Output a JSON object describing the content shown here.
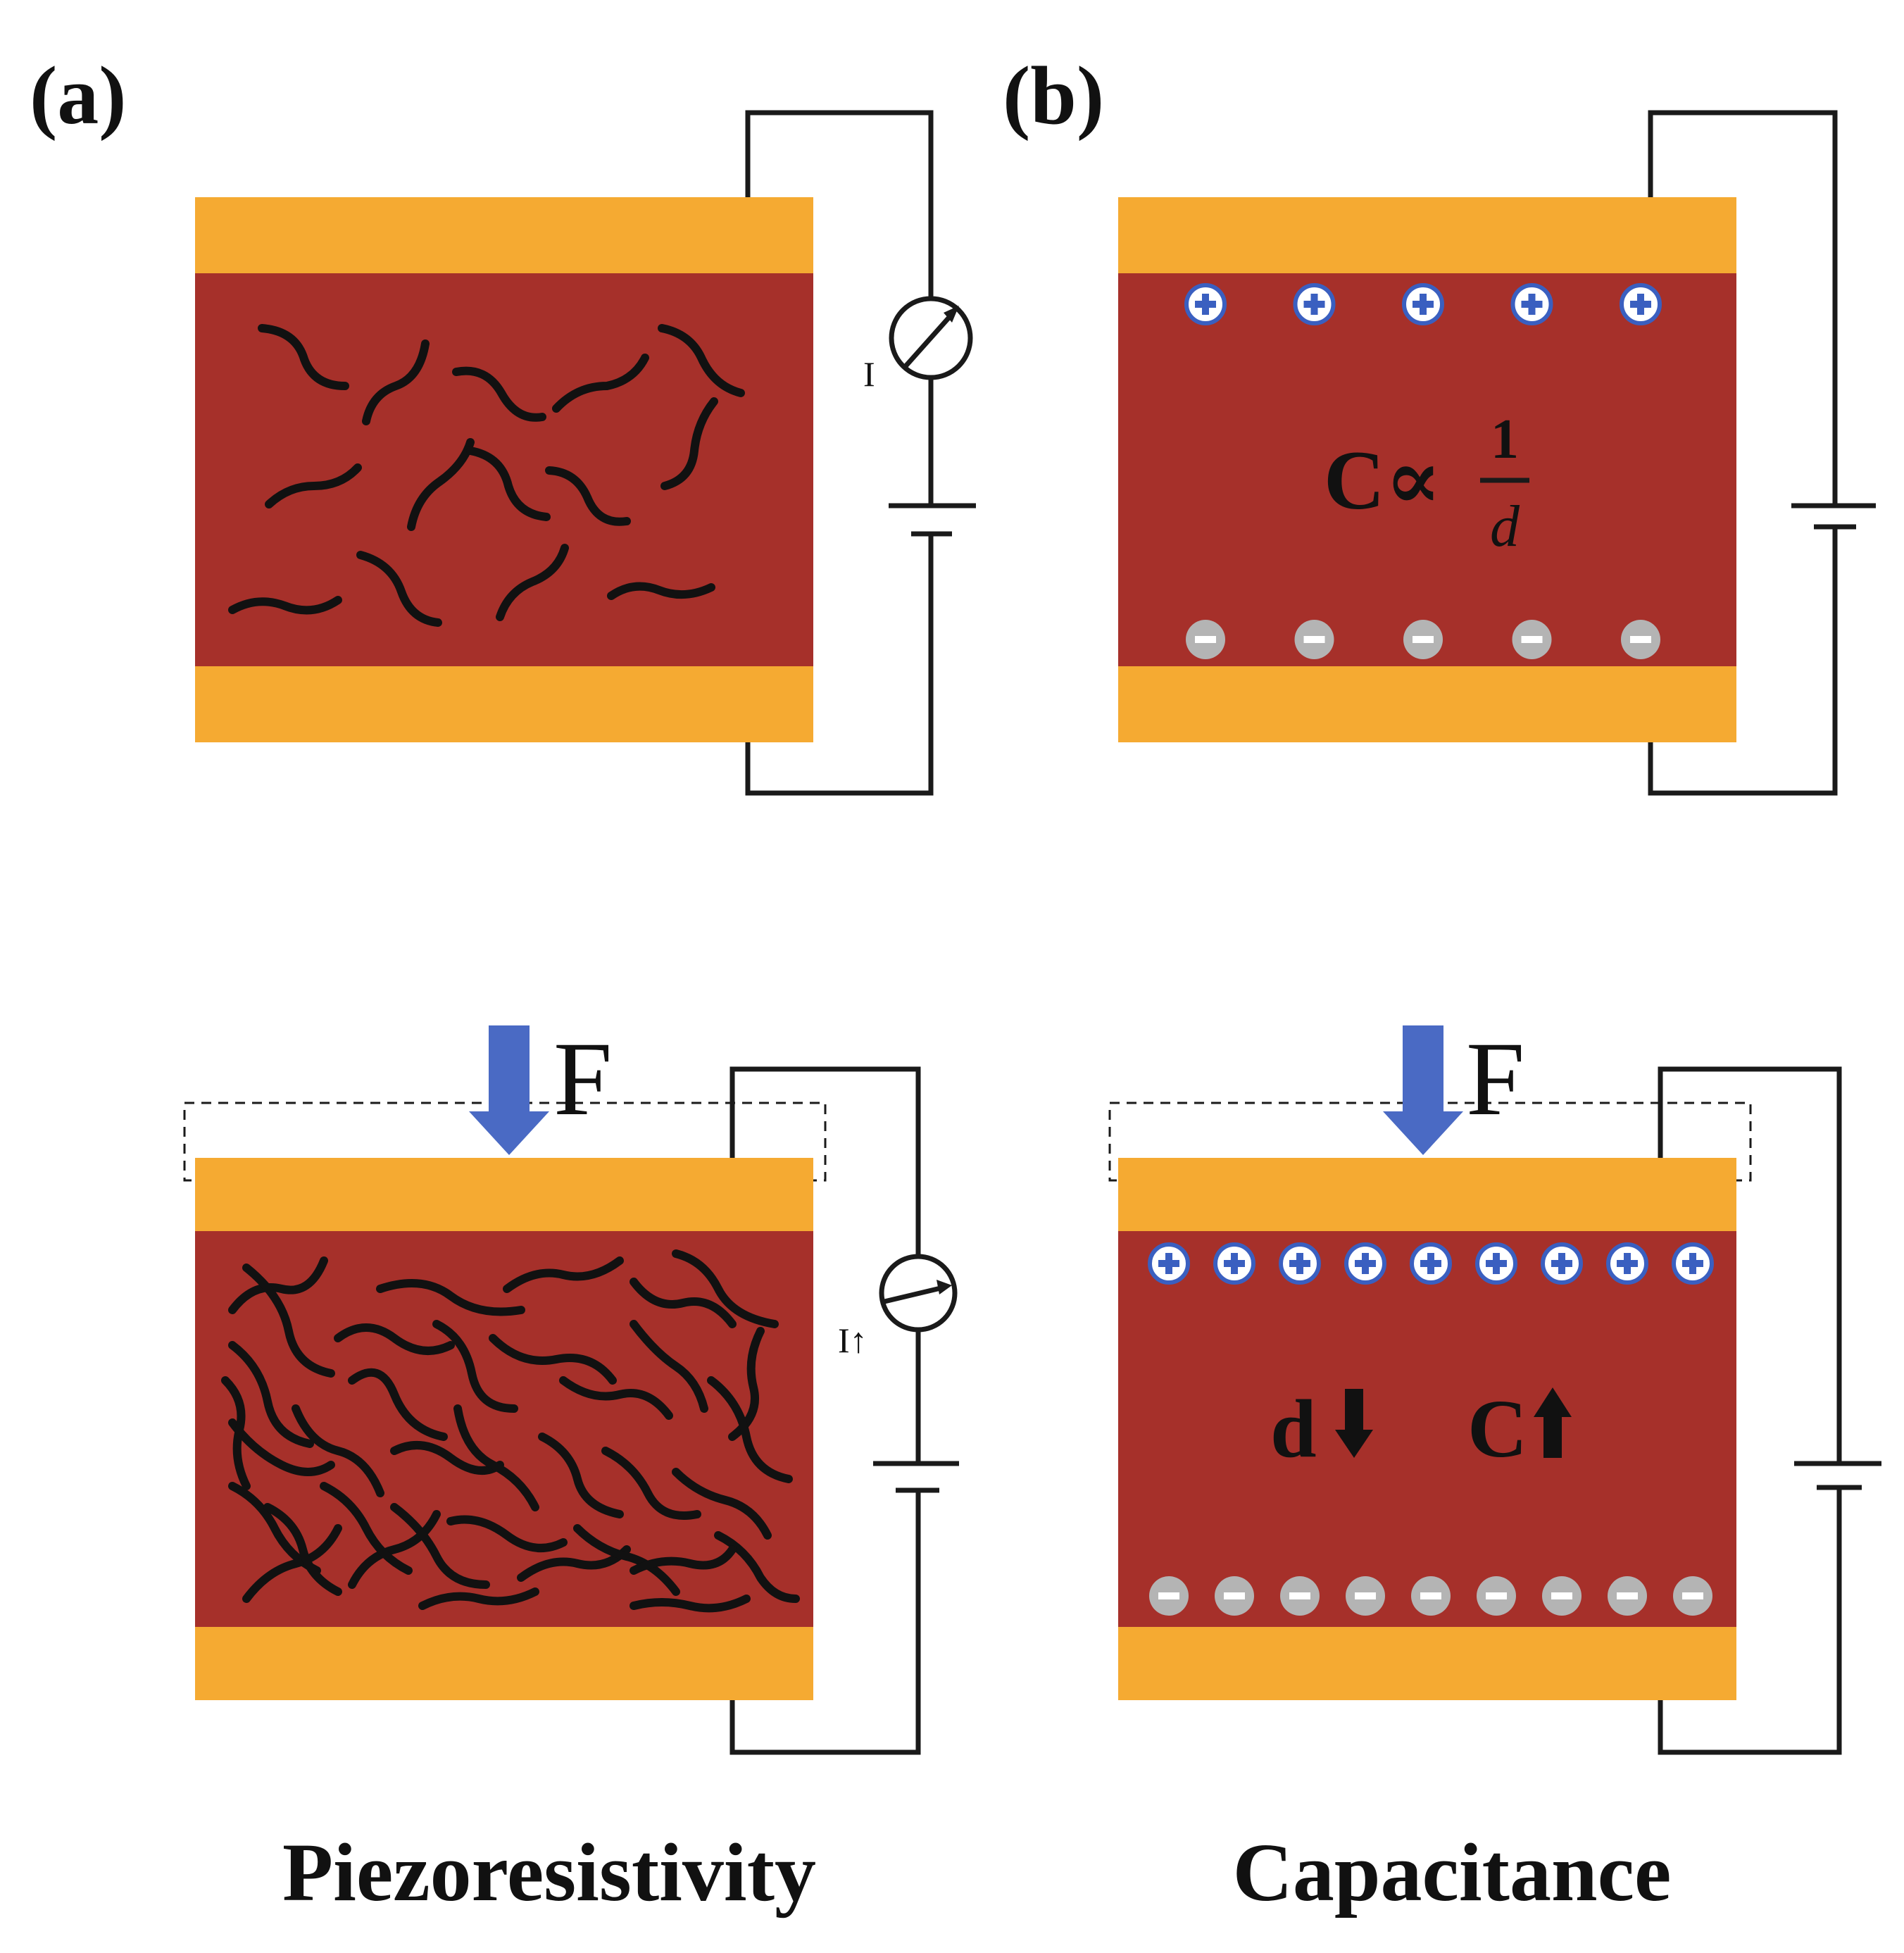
{
  "panels": {
    "a": {
      "label": "(a)",
      "current_label": "I",
      "current_label_pressed": "I↑",
      "caption": "Piezoresistivity"
    },
    "b": {
      "label": "(b)",
      "formula_lhs": "C∝",
      "formula_num": "1",
      "formula_den": "d",
      "pressed_d": "d",
      "pressed_c": "C",
      "caption": "Capacitance"
    }
  },
  "force_label": "F",
  "charges": {
    "plus": "+",
    "minus": "−",
    "count_relaxed": 5,
    "count_pressed": 9
  },
  "colors": {
    "electrode": "#F5AA32",
    "dielectric": "#A6302A",
    "wire": "#1a1a1a",
    "fiber": "#111111",
    "arrow": "#4A6AC4",
    "plus_ring": "#3A5FC0",
    "minus_fill": "#B4B4B4",
    "text": "#111111"
  },
  "icons": [
    "ammeter-icon",
    "battery-icon",
    "force-arrow-icon",
    "up-arrow-icon",
    "down-arrow-icon"
  ]
}
